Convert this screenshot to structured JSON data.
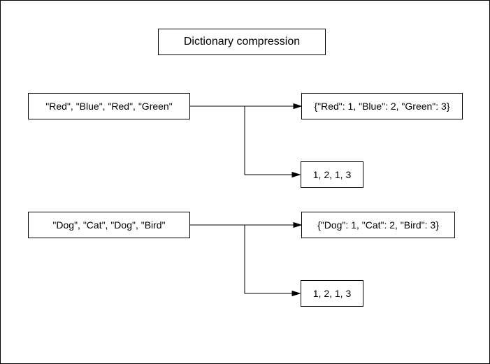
{
  "diagram": {
    "title": "Dictionary compression",
    "examples": [
      {
        "input": "\"Red\", \"Blue\", \"Red\", \"Green\"",
        "dictionary": "{\"Red\": 1, \"Blue\": 2, \"Green\": 3}",
        "encoded": "1, 2, 1, 3"
      },
      {
        "input": "\"Dog\", \"Cat\", \"Dog\", \"Bird\"",
        "dictionary": "{\"Dog\": 1, \"Cat\": 2, \"Bird\": 3}",
        "encoded": "1, 2, 1, 3"
      }
    ],
    "colors": {
      "stroke": "#000000",
      "box_fill": "#ffffff",
      "background": "#ffffff",
      "text": "#000000"
    }
  }
}
